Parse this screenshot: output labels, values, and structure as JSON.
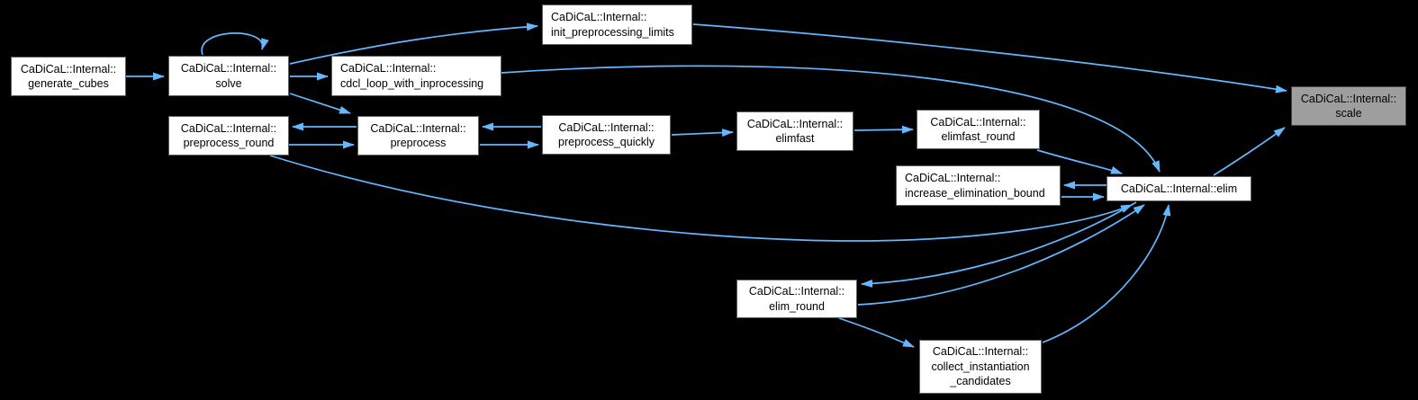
{
  "graph": {
    "kind": "caller-graph",
    "colors": {
      "background": "#000000",
      "edge": "#63B8FF",
      "node_fill": "#ffffff",
      "node_border": "#5f5f5f",
      "highlight_fill": "#9e9e9e",
      "highlight_border": "#424242",
      "text": "#000000"
    },
    "nodes": {
      "generate_cubes": {
        "lines": [
          "CaDiCaL::Internal::",
          "generate_cubes"
        ],
        "highlighted": false
      },
      "solve": {
        "lines": [
          "CaDiCaL::Internal::",
          "solve"
        ],
        "highlighted": false
      },
      "init_preprocessing_limits": {
        "lines": [
          "CaDiCaL::Internal::",
          "init_preprocessing_limits"
        ],
        "highlighted": false
      },
      "cdcl_loop_with_inprocessing": {
        "lines": [
          "CaDiCaL::Internal::",
          "cdcl_loop_with_inprocessing"
        ],
        "highlighted": false
      },
      "preprocess_round": {
        "lines": [
          "CaDiCaL::Internal::",
          "preprocess_round"
        ],
        "highlighted": false
      },
      "preprocess": {
        "lines": [
          "CaDiCaL::Internal::",
          "preprocess"
        ],
        "highlighted": false
      },
      "preprocess_quickly": {
        "lines": [
          "CaDiCaL::Internal::",
          "preprocess_quickly"
        ],
        "highlighted": false
      },
      "elimfast": {
        "lines": [
          "CaDiCaL::Internal::",
          "elimfast"
        ],
        "highlighted": false
      },
      "elimfast_round": {
        "lines": [
          "CaDiCaL::Internal::",
          "elimfast_round"
        ],
        "highlighted": false
      },
      "increase_elimination_bound": {
        "lines": [
          "CaDiCaL::Internal::",
          "increase_elimination_bound"
        ],
        "highlighted": false
      },
      "elim": {
        "lines": [
          "CaDiCaL::Internal::elim"
        ],
        "highlighted": false
      },
      "scale": {
        "lines": [
          "CaDiCaL::Internal::",
          "scale"
        ],
        "highlighted": true
      },
      "elim_round": {
        "lines": [
          "CaDiCaL::Internal::",
          "elim_round"
        ],
        "highlighted": false
      },
      "collect_instantiation_candidates": {
        "lines": [
          "CaDiCaL::Internal::",
          "collect_instantiation",
          "_candidates"
        ],
        "highlighted": false
      }
    },
    "edges": [
      {
        "from": "generate_cubes",
        "to": "solve"
      },
      {
        "from": "solve",
        "to": "solve"
      },
      {
        "from": "solve",
        "to": "init_preprocessing_limits"
      },
      {
        "from": "solve",
        "to": "cdcl_loop_with_inprocessing"
      },
      {
        "from": "solve",
        "to": "preprocess"
      },
      {
        "from": "init_preprocessing_limits",
        "to": "scale"
      },
      {
        "from": "cdcl_loop_with_inprocessing",
        "to": "elim"
      },
      {
        "from": "preprocess",
        "to": "preprocess_round"
      },
      {
        "from": "preprocess_round",
        "to": "preprocess"
      },
      {
        "from": "preprocess_quickly",
        "to": "preprocess"
      },
      {
        "from": "preprocess",
        "to": "preprocess_quickly"
      },
      {
        "from": "preprocess_quickly",
        "to": "elimfast"
      },
      {
        "from": "elimfast",
        "to": "elimfast_round"
      },
      {
        "from": "elimfast_round",
        "to": "elim"
      },
      {
        "from": "elim",
        "to": "increase_elimination_bound"
      },
      {
        "from": "increase_elimination_bound",
        "to": "elim"
      },
      {
        "from": "preprocess_round",
        "to": "elim"
      },
      {
        "from": "elim",
        "to": "scale"
      },
      {
        "from": "elim",
        "to": "elim_round"
      },
      {
        "from": "elim_round",
        "to": "elim"
      },
      {
        "from": "elim_round",
        "to": "collect_instantiation_candidates"
      },
      {
        "from": "collect_instantiation_candidates",
        "to": "elim"
      }
    ]
  }
}
